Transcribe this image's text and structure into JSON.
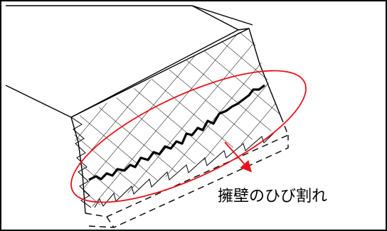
{
  "caption": {
    "text": "擁壁のひび割れ"
  },
  "colors": {
    "frame": "#000000",
    "line": "#000000",
    "crack": "#000000",
    "highlight": "#e8121a",
    "background": "#ffffff"
  },
  "elements": {
    "frame": "outer-border",
    "wall": "retaining-wall",
    "mesh": "crosshatch-mesh",
    "crack": "crack-line",
    "ellipse": "highlight-ellipse",
    "arrow": "pointer-arrow"
  }
}
